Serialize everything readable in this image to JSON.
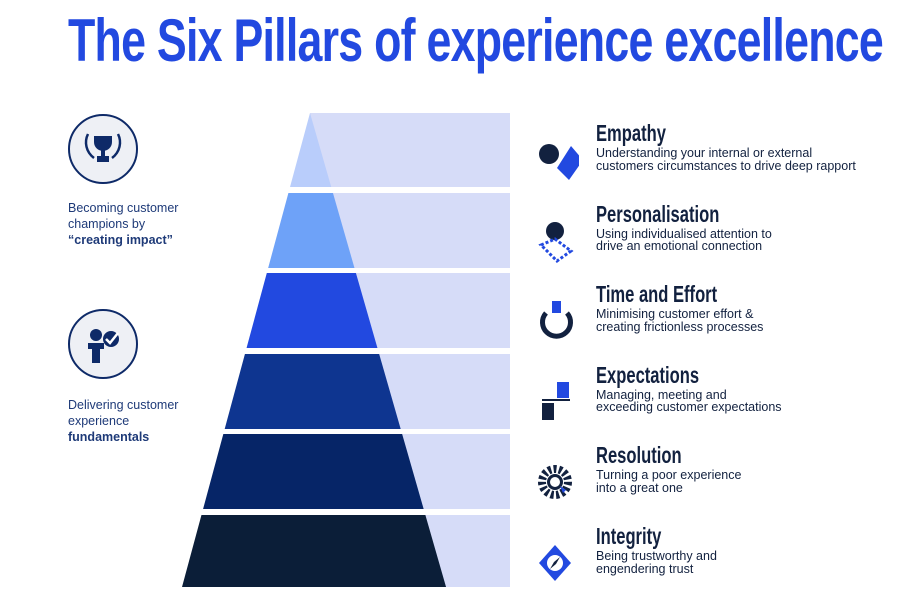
{
  "title": "The Six Pillars of experience excellence",
  "colors": {
    "accent": "#2249e0",
    "panel": "#d6dcf8",
    "layers": [
      "#b9cdfb",
      "#6ea2f8",
      "#2249e0",
      "#0e3590",
      "#062567",
      "#0b1e38"
    ]
  },
  "groups": [
    {
      "icon": "trophy-icon",
      "line1": "Becoming customer champions by",
      "bold": "“creating impact”"
    },
    {
      "icon": "person-check-icon",
      "line1": "Delivering customer experience",
      "bold": "fundamentals"
    }
  ],
  "pillars": [
    {
      "icon": "heart-icon",
      "title": "Empathy",
      "desc": "Understanding your internal or external\ncustomers circumstances to drive deep rapport"
    },
    {
      "icon": "fingerprint-icon",
      "title": "Personalisation",
      "desc": "Using individualised attention to\ndrive an emotional connection"
    },
    {
      "icon": "power-icon",
      "title": "Time and Effort",
      "desc": "Minimising customer effort &\ncreating frictionless processes"
    },
    {
      "icon": "steps-icon",
      "title": "Expectations",
      "desc": "Managing, meeting and\nexceeding customer expectations"
    },
    {
      "icon": "burst-icon",
      "title": "Resolution",
      "desc": "Turning a poor experience\ninto a great one"
    },
    {
      "icon": "compass-icon",
      "title": "Integrity",
      "desc": "Being trustworthy and\nengendering trust"
    }
  ]
}
